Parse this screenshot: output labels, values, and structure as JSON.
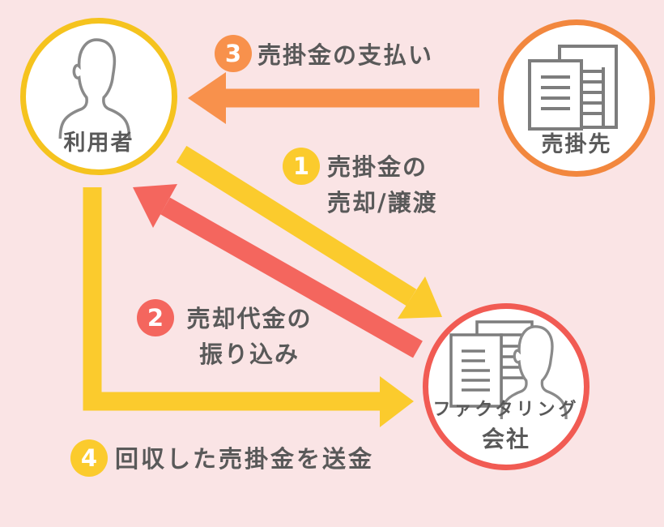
{
  "title": "ファクタリングの仕組み図",
  "palette": {
    "background": "#FAE4E5",
    "yellow": "#FBCB2D",
    "orange": "#F8914C",
    "red": "#F4665E",
    "circle_yellow_border": "#F5C31E",
    "circle_orange_border": "#F2873E",
    "circle_red_border": "#F15B53",
    "text_dark": "#595959",
    "icon_gray": "#7D7D7D",
    "white": "#FFFFFF"
  },
  "nodes": {
    "user": {
      "label": "利用者",
      "icon": "person-icon"
    },
    "customer": {
      "label": "売掛先",
      "icon": "buildings-icon"
    },
    "factoring": {
      "label_line1": "ファクタリング",
      "label_line2": "会社",
      "icon": "building-person-icon"
    }
  },
  "steps": [
    {
      "number": "1",
      "line1": "売掛金の",
      "line2": "売却/譲渡",
      "color": "#FBCB2D",
      "from": "利用者",
      "to": "ファクタリング会社"
    },
    {
      "number": "2",
      "line1": "売却代金の",
      "line2": "振り込み",
      "color": "#F4665E",
      "from": "ファクタリング会社",
      "to": "利用者"
    },
    {
      "number": "3",
      "text": "売掛金の支払い",
      "color": "#F8914C",
      "from": "売掛先",
      "to": "利用者"
    },
    {
      "number": "4",
      "text": "回収した売掛金を送金",
      "color": "#FBCB2D",
      "from": "利用者",
      "to": "ファクタリング会社"
    }
  ]
}
